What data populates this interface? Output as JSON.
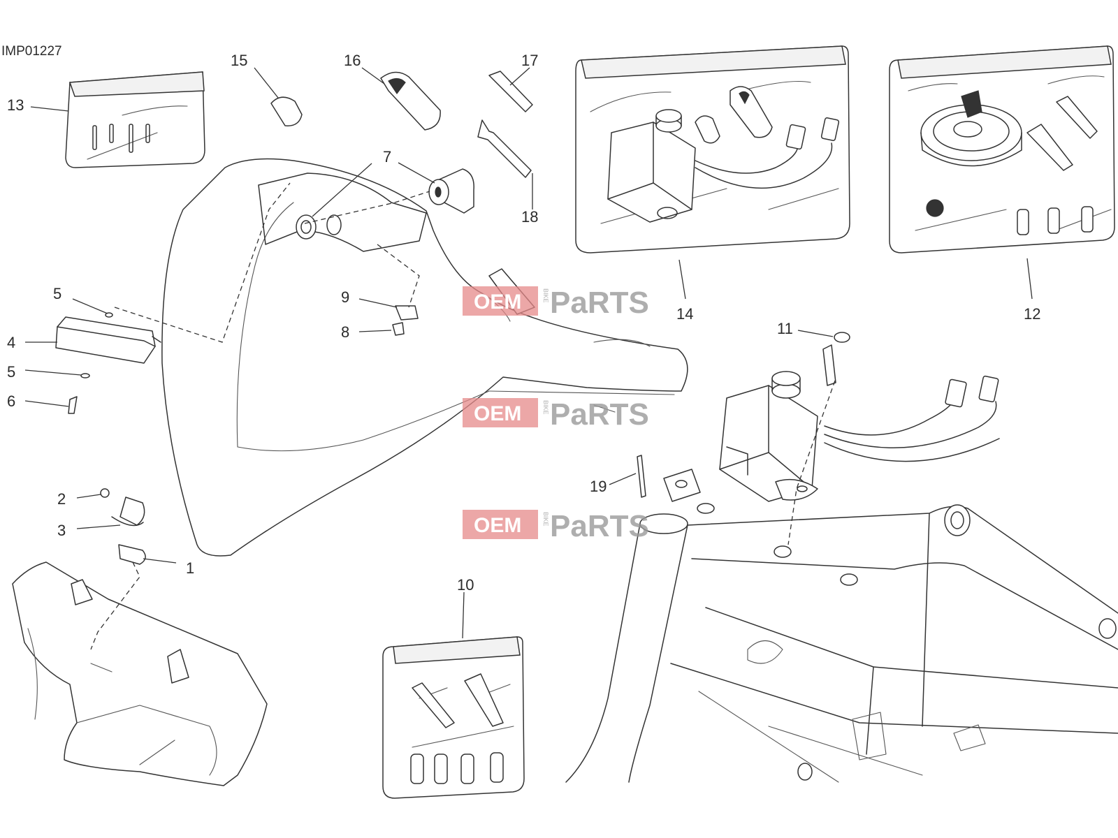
{
  "drawing_code": "IMP01227",
  "callouts": [
    "1",
    "2",
    "3",
    "4",
    "5",
    "5",
    "6",
    "7",
    "8",
    "9",
    "10",
    "11",
    "12",
    "13",
    "14",
    "15",
    "16",
    "17",
    "18",
    "19"
  ],
  "watermark": {
    "part1": "OEM",
    "vertical": "BIKE",
    "part2": "PaRTS"
  }
}
